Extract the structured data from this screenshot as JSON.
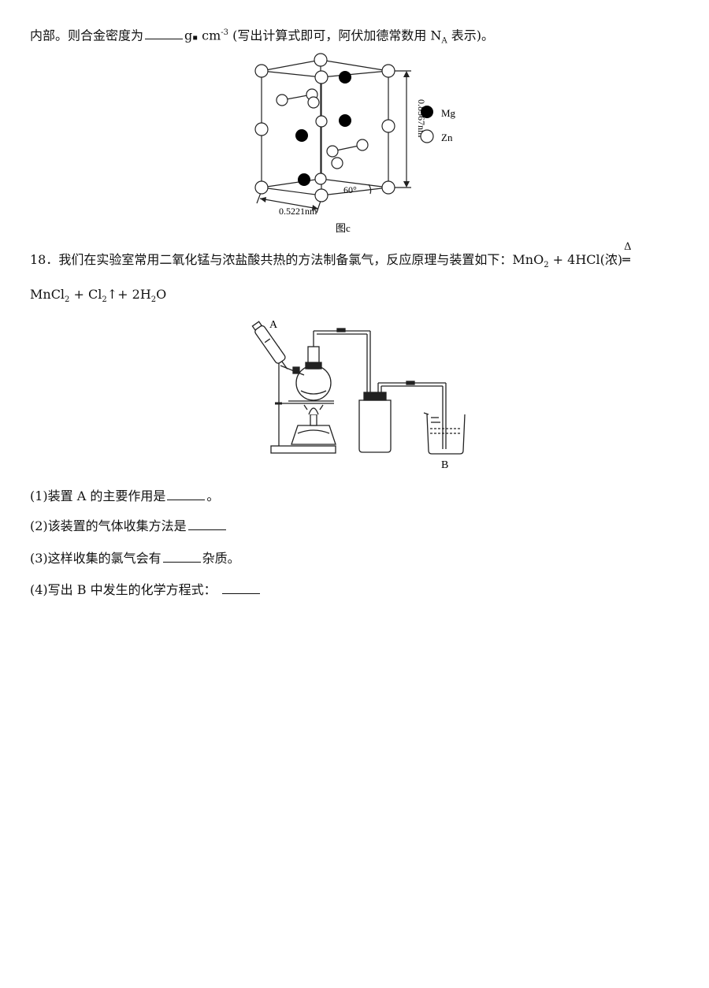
{
  "intro": {
    "prefix": "内部。则合金密度为",
    "unit_g": "g",
    "unit_dot": "▪",
    "unit_cm": " cm",
    "unit_exp": "-3",
    "note_prefix": " (写出计算式即可，阿伏加德常数用 N",
    "note_sub": "A",
    "note_suffix": " 表示)。"
  },
  "figure_c": {
    "height_label": "0.8567nm",
    "width_label": "0.5221nm",
    "angle_label": "60°",
    "legend": [
      {
        "name": "Mg",
        "fill": "#000000"
      },
      {
        "name": "Zn",
        "fill": "#ffffff"
      }
    ],
    "caption": "图c"
  },
  "q18": {
    "number": "18．",
    "text": "我们在实验室常用二氧化锰与浓盐酸共热的方法制备氯气，反应原理与装置如下：MnO",
    "sub1": "2",
    "text2": " + 4HCl(浓)",
    "condition": "Δ",
    "eq_sign": "═",
    "line2_a": "MnCl",
    "line2_sub1": "2",
    "line2_b": " + Cl",
    "line2_sub2": "2",
    "line2_c": "↑+ 2H",
    "line2_sub3": "2",
    "line2_d": "O"
  },
  "apparatus": {
    "label_a": "A",
    "label_b": "B"
  },
  "questions": [
    {
      "before": "(1)装置 A 的主要作用是",
      "after": "。"
    },
    {
      "before": "(2)该装置的气体收集方法是",
      "after": ""
    },
    {
      "before": "(3)这样收集的氯气会有",
      "after": "杂质。"
    },
    {
      "before": "(4)写出 B 中发生的化学方程式： ",
      "after": ""
    }
  ]
}
